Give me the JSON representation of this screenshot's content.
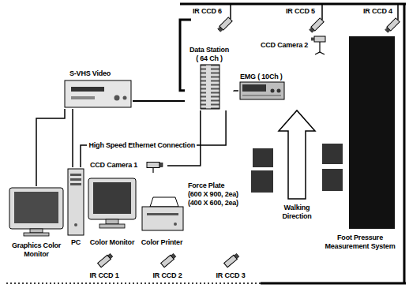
{
  "diagram": {
    "nodes": [
      {
        "text": [
          "IR CCD 6"
        ]
      },
      {
        "text": [
          "IR CCD 5"
        ]
      },
      {
        "text": [
          "IR CCD 4"
        ]
      },
      {
        "text": [
          "CCD Camera 2"
        ]
      },
      {
        "text": [
          "Data Station",
          "( 64 Ch )"
        ]
      },
      {
        "text": [
          "S-VHS Video"
        ]
      },
      {
        "text": [
          "EMG ( 10Ch )"
        ]
      },
      {
        "text": [
          "CCD Camera 1"
        ]
      },
      {
        "text": [
          "Graphics Color Monitor"
        ]
      },
      {
        "text": [
          "PC"
        ]
      },
      {
        "text": [
          "Color Monitor"
        ]
      },
      {
        "text": [
          "Color Printer"
        ]
      },
      {
        "text": [
          "Force Plate",
          "(600 X 900, 2ea)",
          "(400 X 600, 2ea)"
        ]
      },
      {
        "text": [
          "Walking Direction"
        ]
      },
      {
        "text": [
          "Foot Pressure Measurement System"
        ]
      },
      {
        "text": [
          "IR CCD 1"
        ]
      },
      {
        "text": [
          "IR CCD 2"
        ]
      },
      {
        "text": [
          "IR CCD 3"
        ]
      }
    ],
    "edges": [
      {
        "from": 4,
        "to": 0,
        "arrow": "none"
      },
      {
        "from": 4,
        "to": 5,
        "arrow": "none"
      },
      {
        "from": 4,
        "to": 6,
        "arrow": "none"
      },
      {
        "from": 4,
        "to": 7,
        "arrow": "none"
      },
      {
        "from": 4,
        "to": 9,
        "label": "High Speed Ethernet Connection",
        "arrow": "none"
      },
      {
        "from": 5,
        "to": 8,
        "arrow": "none"
      },
      {
        "from": 5,
        "to": 9,
        "arrow": "none"
      }
    ]
  }
}
